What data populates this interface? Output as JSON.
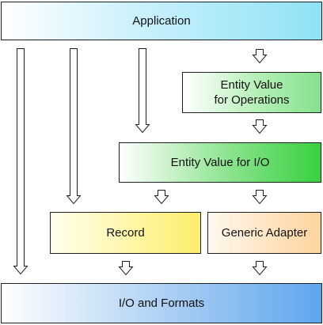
{
  "diagram": {
    "nodes": {
      "application": "Application",
      "entity_ops": "Entity Value\nfor Operations",
      "entity_io": "Entity Value for I/O",
      "record": "Record",
      "generic_adapter": "Generic Adapter",
      "io_formats": "I/O and Formats"
    },
    "edges": [
      {
        "from": "Application",
        "to": "I/O and Formats"
      },
      {
        "from": "Application",
        "to": "Record"
      },
      {
        "from": "Application",
        "to": "Entity Value for I/O"
      },
      {
        "from": "Application",
        "to": "Entity Value for Operations"
      },
      {
        "from": "Entity Value for Operations",
        "to": "Entity Value for I/O"
      },
      {
        "from": "Entity Value for I/O",
        "to": "Record"
      },
      {
        "from": "Entity Value for I/O",
        "to": "Generic Adapter"
      },
      {
        "from": "Record",
        "to": "I/O and Formats"
      },
      {
        "from": "Generic Adapter",
        "to": "I/O and Formats"
      }
    ],
    "colors": {
      "application": "#8fe2f6",
      "entity_ops": "#86e18c",
      "entity_io": "#39d03f",
      "record": "#fbee6a",
      "generic_adapter": "#fdd3a0",
      "io_formats": "#5ea6ee",
      "arrow_fill": "#ffffff",
      "stroke": "#1e1e1e"
    }
  }
}
